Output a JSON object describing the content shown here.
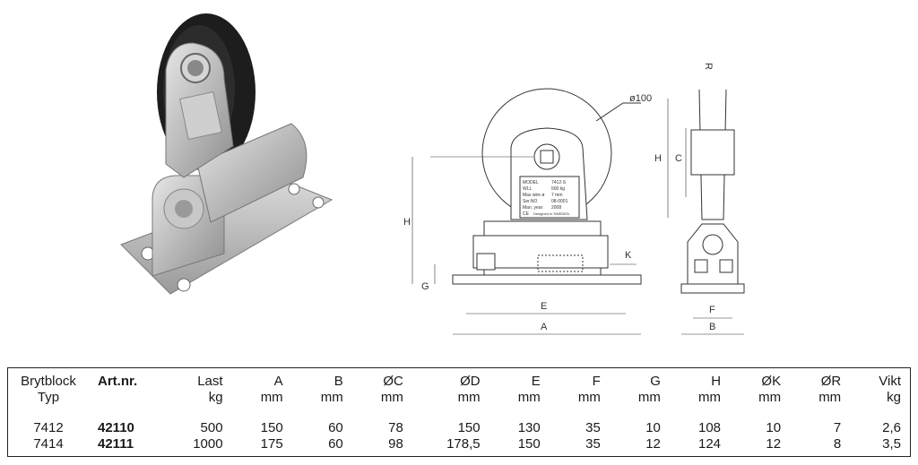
{
  "drawing": {
    "d100_label": "ø100",
    "model_plate": {
      "model": "MODEL",
      "model_val": "7412-S",
      "wll": "WLL",
      "wll_val": "500 kg",
      "max_wire": "Max wire ø",
      "max_wire_val": "7 mm",
      "ser_no": "Ser.NO",
      "ser_no_val": "08-0001",
      "man_year": "Man. year",
      "man_year_val": "2008",
      "ce": "CE",
      "designed": "Designed in SWEDEN"
    },
    "dim_labels": {
      "H": "H",
      "G": "G",
      "E": "E",
      "A": "A",
      "K": "K",
      "R": "R",
      "C": "C",
      "H2": "H",
      "F": "F",
      "B": "B"
    }
  },
  "table": {
    "headers": [
      {
        "line1": "Brytblock",
        "line2": "Typ"
      },
      {
        "line1": "Art.nr.",
        "line2": ""
      },
      {
        "line1": "Last",
        "line2": "kg"
      },
      {
        "line1": "A",
        "line2": "mm"
      },
      {
        "line1": "B",
        "line2": "mm"
      },
      {
        "line1": "ØC",
        "line2": "mm"
      },
      {
        "line1": "ØD",
        "line2": "mm"
      },
      {
        "line1": "E",
        "line2": "mm"
      },
      {
        "line1": "F",
        "line2": "mm"
      },
      {
        "line1": "G",
        "line2": "mm"
      },
      {
        "line1": "H",
        "line2": "mm"
      },
      {
        "line1": "ØK",
        "line2": "mm"
      },
      {
        "line1": "ØR",
        "line2": "mm"
      },
      {
        "line1": "Vikt",
        "line2": "kg"
      }
    ],
    "rows": [
      [
        "7412",
        "42110",
        "500",
        "150",
        "60",
        "78",
        "150",
        "130",
        "35",
        "10",
        "108",
        "10",
        "7",
        "2,6"
      ],
      [
        "7414",
        "42111",
        "1000",
        "175",
        "60",
        "98",
        "178,5",
        "150",
        "35",
        "12",
        "124",
        "12",
        "8",
        "3,5"
      ]
    ]
  }
}
